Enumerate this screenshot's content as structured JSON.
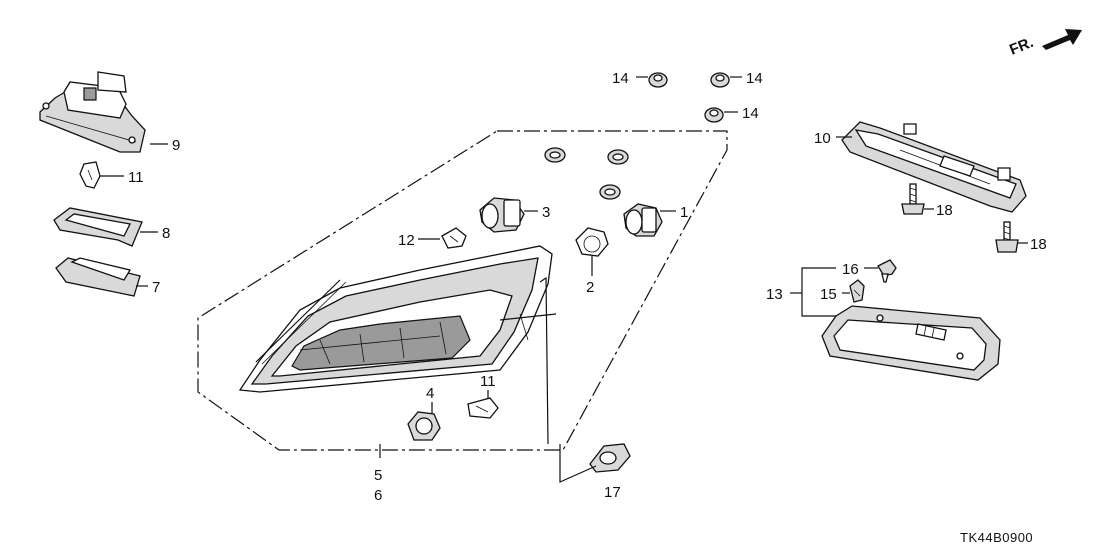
{
  "direction_label": "FR.",
  "diagram_code": "TK44B0900",
  "callouts": {
    "c1": "1",
    "c2": "2",
    "c3": "3",
    "c4": "4",
    "c5": "5",
    "c6": "6",
    "c7": "7",
    "c8": "8",
    "c9": "9",
    "c10": "10",
    "c11a": "11",
    "c11b": "11",
    "c12": "12",
    "c13": "13",
    "c14a": "14",
    "c14b": "14",
    "c14c": "14",
    "c15": "15",
    "c16": "16",
    "c17": "17",
    "c18a": "18",
    "c18b": "18"
  }
}
